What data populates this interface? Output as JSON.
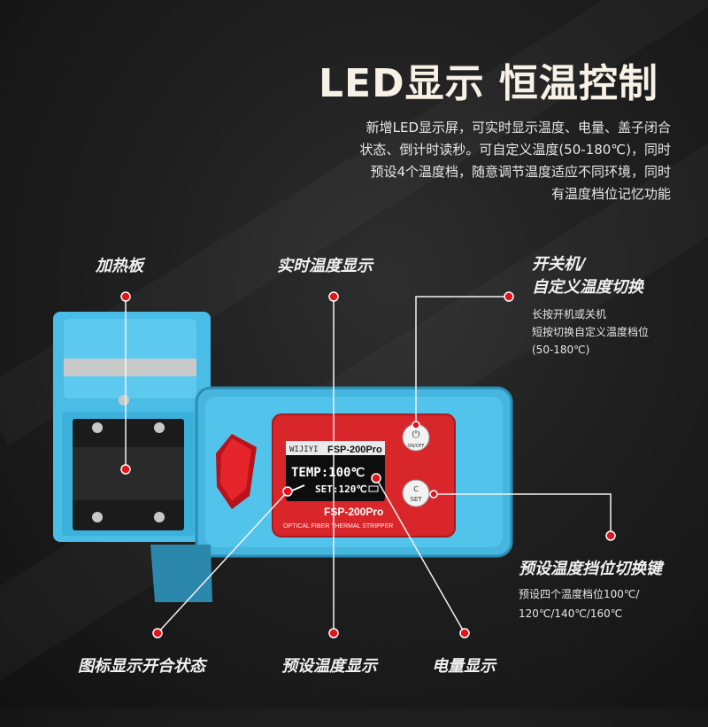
{
  "headline": "LED显示 恒温控制",
  "description": [
    "新增LED显示屏，可实时显示温度、电量、盖子闭合",
    "状态、倒计时读秒。可自定义温度(50-180℃)，同时",
    "预设4个温度档，随意调节温度适应不同环境，同时",
    "有温度档位记忆功能"
  ],
  "labels": {
    "heating_plate": "加热板",
    "realtime_temp": "实时温度显示",
    "power_switch": "开关机/",
    "power_switch_line2": "自定义温度切换",
    "power_sub": [
      "长按开机或关机",
      "短按切换自定义温度档位",
      "(50-180℃)"
    ],
    "preset_switch": "预设温度挡位切换键",
    "preset_sub": [
      "预设四个温度档位100℃/",
      "120℃/140℃/160℃"
    ],
    "icon_status": "图标显示开合状态",
    "preset_temp": "预设温度显示",
    "battery": "电量显示"
  },
  "device": {
    "model_top": "FSP-200Pro",
    "brand": "WIJIYI",
    "screen_temp": "TEMP:100℃",
    "screen_set": "SET:120℃",
    "model_bottom": "FSP-200Pro",
    "subtitle": "OPTICAL FIBER THERMAL STRIPPER",
    "power_button_label": "ON/OFF",
    "set_button_symbol": "C",
    "set_button_label": "SET"
  },
  "colors": {
    "body_blue": "#3fb4e0",
    "panel_red": "#d9262b",
    "marker_red": "#e0141c"
  }
}
